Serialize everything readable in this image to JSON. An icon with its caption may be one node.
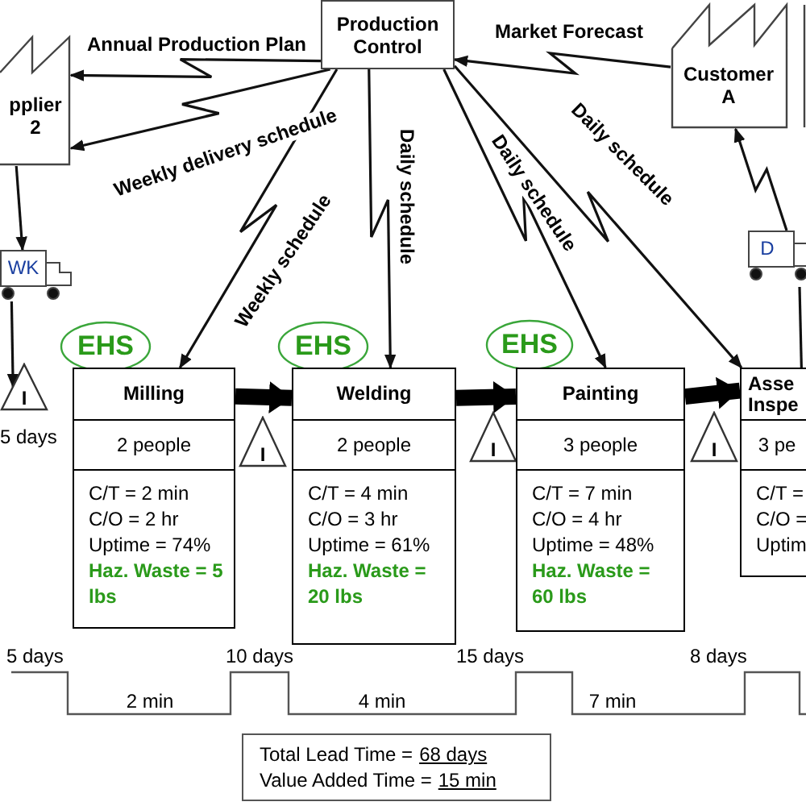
{
  "diagram": {
    "nodes": [
      {
        "text": [
          "Production Control"
        ]
      },
      {
        "text": [
          "pplier 2"
        ]
      },
      {
        "text": [
          "Customer A"
        ]
      },
      {
        "text": [
          "WK"
        ]
      },
      {
        "text": [
          "D"
        ]
      },
      {
        "text": [
          "I"
        ],
        "beside": [
          "5 days"
        ]
      },
      {
        "text": [
          "EHS"
        ]
      },
      {
        "text": [
          "Milling",
          "2 people",
          "C/T = 2 min",
          "C/O = 2 hr",
          "Uptime = 74%",
          "Haz. Waste = 5 lbs"
        ]
      },
      {
        "text": [
          "I"
        ]
      },
      {
        "text": [
          "EHS"
        ]
      },
      {
        "text": [
          "Welding",
          "2 people",
          "C/T = 4 min",
          "C/O = 3 hr",
          "Uptime = 61%",
          "Haz. Waste = 20 lbs"
        ]
      },
      {
        "text": [
          "I"
        ]
      },
      {
        "text": [
          "EHS"
        ]
      },
      {
        "text": [
          "Painting",
          "3 people",
          "C/T = 7 min",
          "C/O = 4 hr",
          "Uptime = 48%",
          "Haz. Waste = 60 lbs"
        ]
      },
      {
        "text": [
          "I"
        ]
      },
      {
        "text": [
          "Asse Inspe",
          "3 pe",
          "C/T =",
          "C/O =",
          "Uptim"
        ]
      },
      {
        "text": [
          "Total Lead Time =",
          "68 days",
          "Value Added Time =",
          "15 min"
        ]
      }
    ],
    "edges": [
      {
        "from": 0,
        "to": 1,
        "arrow": "to",
        "label": "Annual Production Plan"
      },
      {
        "from": 0,
        "to": 1,
        "arrow": "to",
        "label": "Weekly delivery schedule"
      },
      {
        "from": 2,
        "to": 0,
        "arrow": "to",
        "label": "Market Forecast"
      },
      {
        "from": 0,
        "to": 7,
        "arrow": "to",
        "label": "Weekly schedule"
      },
      {
        "from": 0,
        "to": 10,
        "arrow": "to",
        "label": "Daily schedule"
      },
      {
        "from": 0,
        "to": 13,
        "arrow": "to",
        "label": "Daily schedule"
      },
      {
        "from": 0,
        "to": 15,
        "arrow": "to",
        "label": "Daily schedule"
      },
      {
        "from": 4,
        "to": 2,
        "arrow": "to"
      },
      {
        "from": 1,
        "to": 3,
        "arrow": "to"
      },
      {
        "from": 3,
        "to": 5,
        "arrow": "to"
      },
      {
        "from": 15,
        "to": 4,
        "arrow": "none"
      },
      {
        "from": 7,
        "to": 10,
        "arrow": "to",
        "style": "thick"
      },
      {
        "from": 10,
        "to": 13,
        "arrow": "to",
        "style": "thick"
      },
      {
        "from": 13,
        "to": 15,
        "arrow": "to",
        "style": "thick"
      }
    ],
    "labels": [
      "5 days",
      "10 days",
      "15 days",
      "8 days",
      "2 min",
      "4 min",
      "7 min"
    ]
  }
}
